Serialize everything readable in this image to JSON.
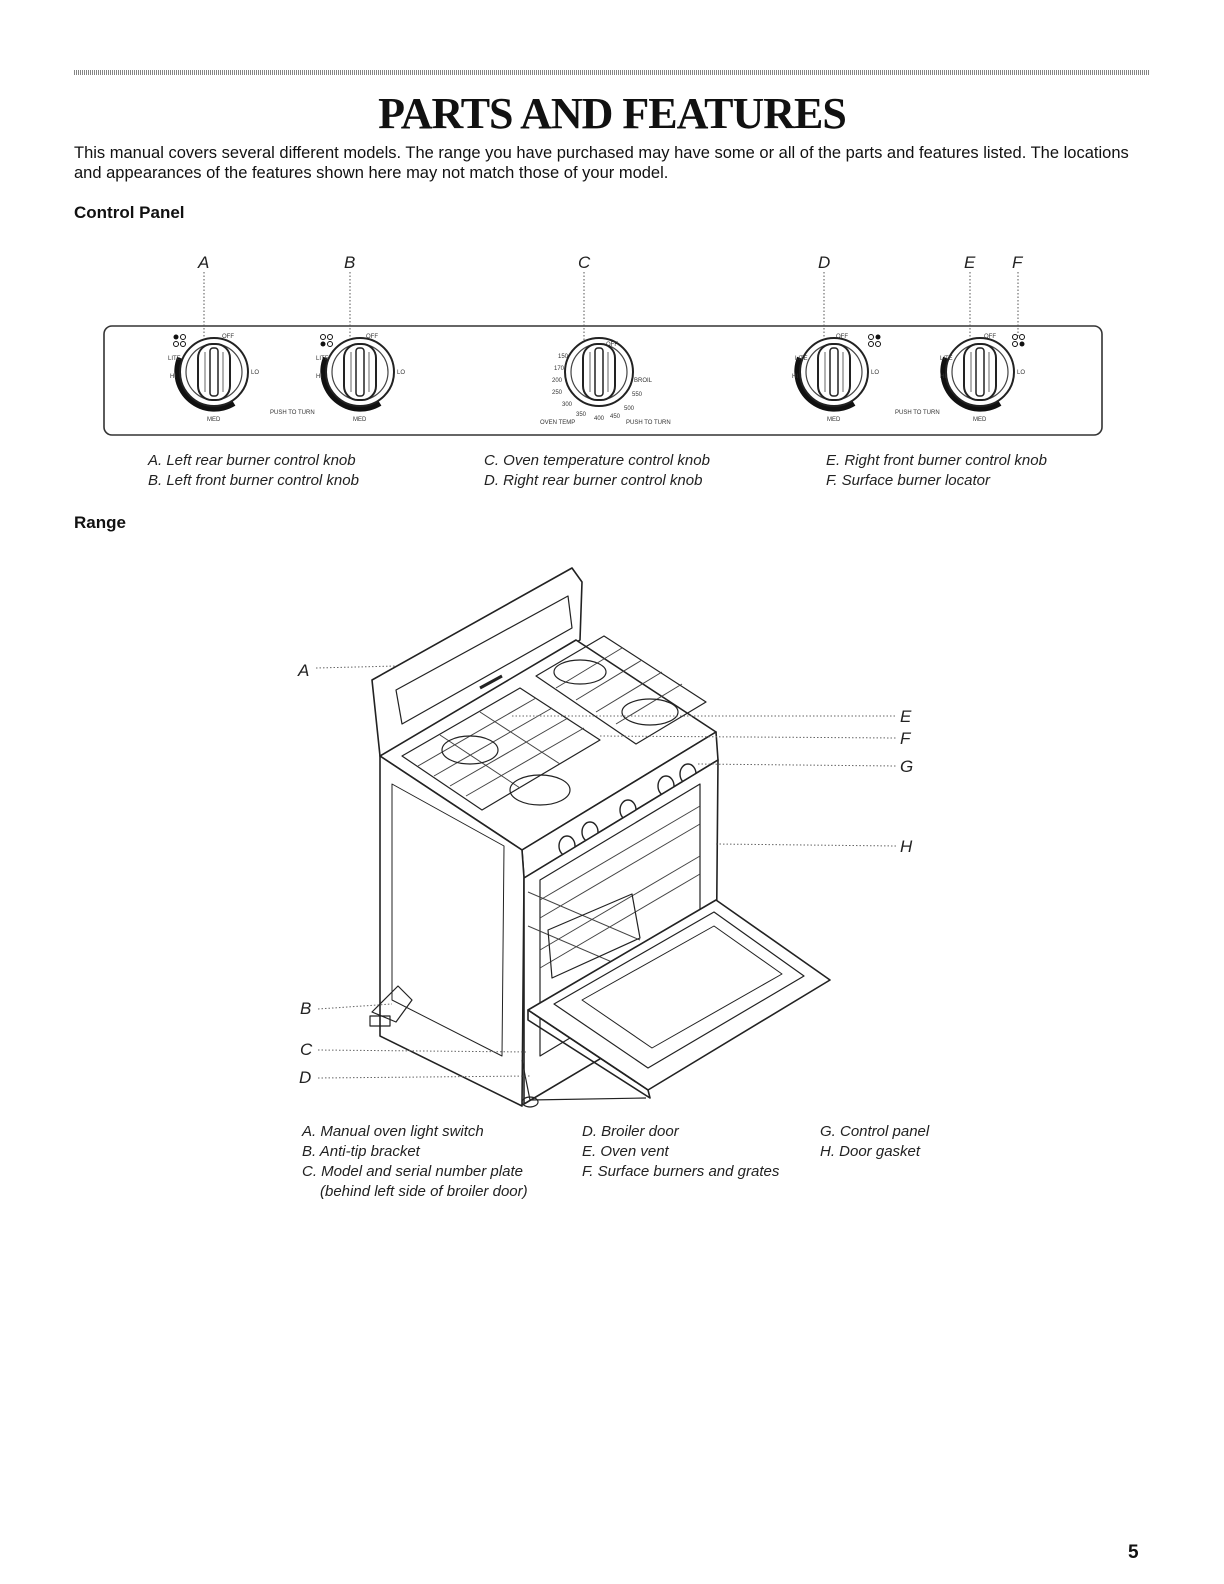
{
  "page": {
    "title": "PARTS AND FEATURES",
    "intro": "This manual covers several different models. The range you have purchased may have some or all of the parts and features listed. The locations and appearances of the features shown here may not match those of your model.",
    "page_number": "5"
  },
  "control_panel": {
    "heading": "Control Panel",
    "callouts": [
      "A",
      "B",
      "C",
      "D",
      "E",
      "F"
    ],
    "knob_labels": {
      "off": "OFF",
      "lite": "LITE",
      "hi": "HI",
      "lo": "LO",
      "med": "MED",
      "push_to_turn": "PUSH TO TURN",
      "oven_temp": "OVEN TEMP",
      "broil": "BROIL",
      "temps": [
        "150",
        "170",
        "200",
        "250",
        "300",
        "350",
        "400",
        "450",
        "500",
        "550"
      ]
    },
    "captions": [
      [
        "A. Left rear burner control knob",
        "B. Left front burner control knob"
      ],
      [
        "C. Oven temperature control knob",
        "D. Right rear burner control knob"
      ],
      [
        "E. Right front burner control knob",
        "F. Surface burner locator"
      ]
    ]
  },
  "range": {
    "heading": "Range",
    "callouts": [
      "A",
      "B",
      "C",
      "D",
      "E",
      "F",
      "G",
      "H"
    ],
    "captions": [
      [
        "A. Manual oven light switch",
        "B. Anti-tip bracket",
        "C. Model and serial number plate",
        "(behind left side of broiler door)"
      ],
      [
        "D. Broiler door",
        "E. Oven vent",
        "F. Surface burners and grates"
      ],
      [
        "G. Control panel",
        "H. Door gasket"
      ]
    ]
  }
}
